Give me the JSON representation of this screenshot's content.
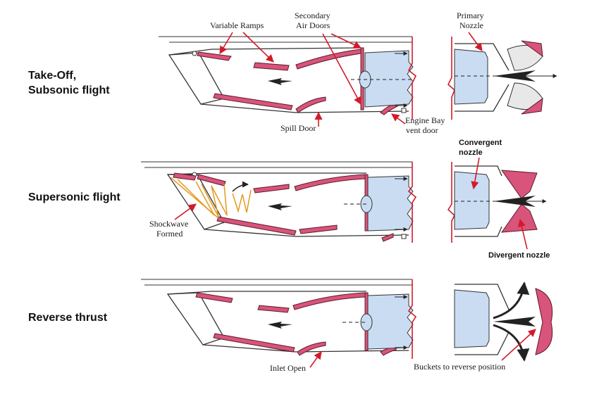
{
  "rows": [
    {
      "label_line1": "Take-Off,",
      "label_line2": "Subsonic flight"
    },
    {
      "label": "Supersonic flight"
    },
    {
      "label": "Reverse thrust"
    }
  ],
  "callouts": {
    "variable_ramps": "Variable Ramps",
    "secondary_air_doors_line1": "Secondary",
    "secondary_air_doors_line2": "Air Doors",
    "primary_nozzle_line1": "Primary",
    "primary_nozzle_line2": "Nozzle",
    "spill_door": "Spill Door",
    "engine_bay_vent_door_line1": "Engine Bay",
    "engine_bay_vent_door_line2": "vent door",
    "convergent_nozzle_line1": "Convergent",
    "convergent_nozzle_line2": "nozzle",
    "shockwave_formed_line1": "Shockwave",
    "shockwave_formed_line2": "Formed",
    "divergent_nozzle": "Divergent nozzle",
    "inlet_open": "Inlet Open",
    "buckets_to_reverse_position": "Buckets to reverse position"
  },
  "colors": {
    "ramp": "#d9547a",
    "engine": "#c9dcf2",
    "callout_arrow": "#d21a2a",
    "shockwave": "#e49a1e"
  }
}
